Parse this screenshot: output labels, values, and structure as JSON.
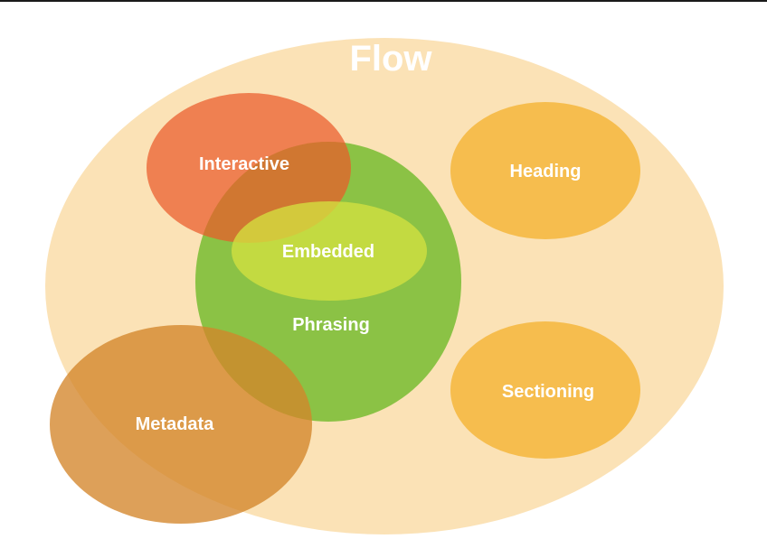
{
  "diagram": {
    "title": "Flow",
    "categories": [
      {
        "id": "interactive",
        "label": "Interactive",
        "color": "#ef6a3a"
      },
      {
        "id": "heading",
        "label": "Heading",
        "color": "#f5b942"
      },
      {
        "id": "embedded",
        "label": "Embedded",
        "color": "#c5dc3c"
      },
      {
        "id": "phrasing",
        "label": "Phrasing",
        "color": "#7bbd35"
      },
      {
        "id": "sectioning",
        "label": "Sectioning",
        "color": "#f5b942"
      },
      {
        "id": "metadata",
        "label": "Metadata",
        "color": "#dc8c2c"
      }
    ],
    "colors": {
      "flow": "#fbe0b0",
      "interactive": "#ef6a3a",
      "phrasing": "#7bbd35",
      "embedded": "#c5dc3c",
      "heading": "#f5b942",
      "sectioning": "#f5b942",
      "metadata": "#dc8c2c",
      "label": "#ffffff"
    }
  }
}
